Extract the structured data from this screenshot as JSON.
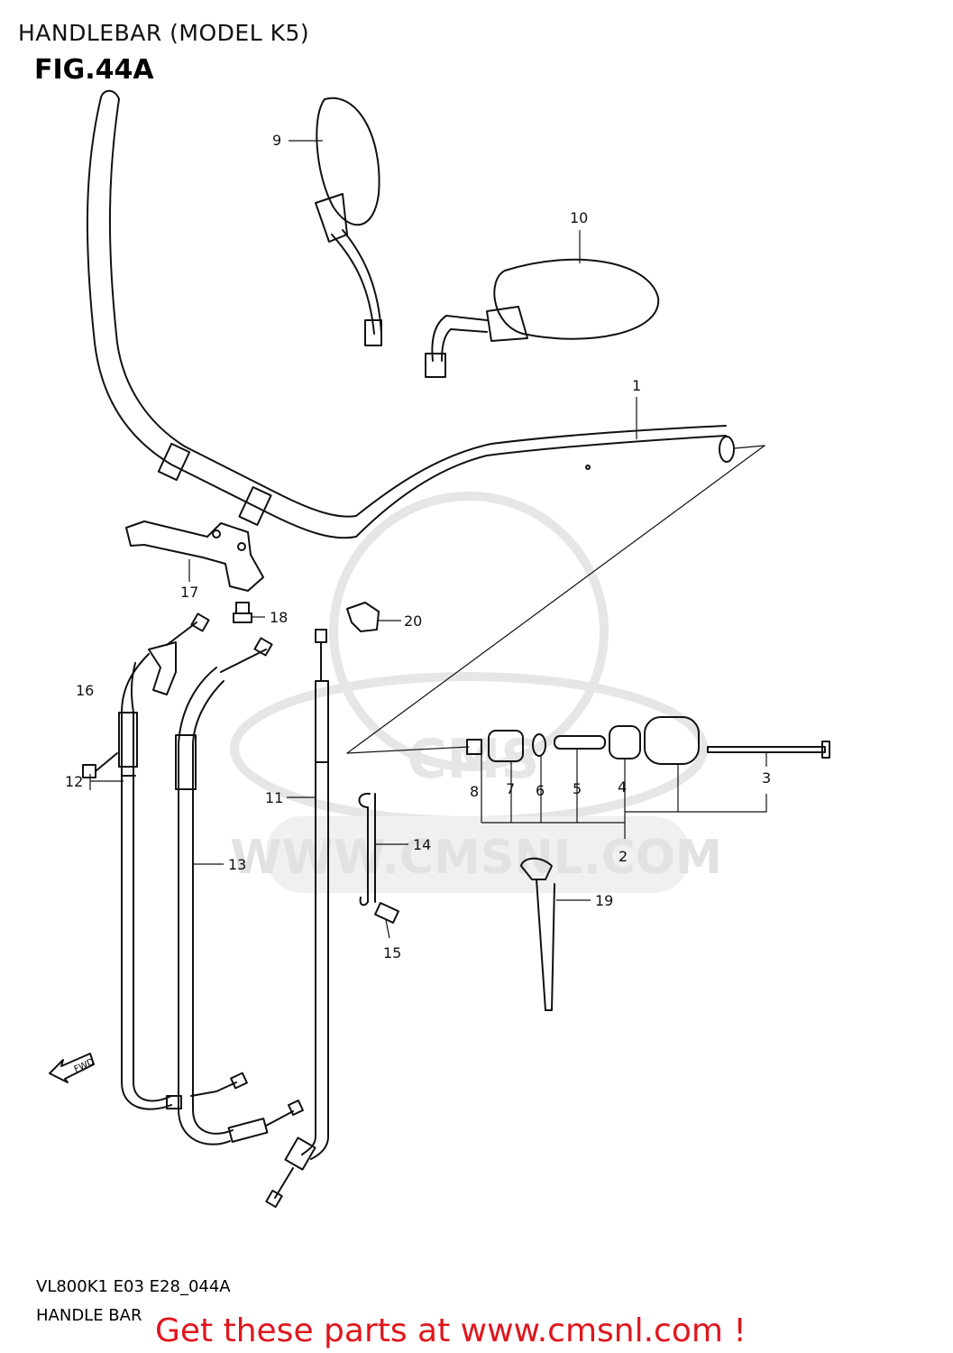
{
  "header": {
    "title": "HANDLEBAR (MODEL K5)",
    "figure": "FIG.44A"
  },
  "footer": {
    "code": "VL800K1 E03 E28_044A",
    "name": "HANDLE BAR",
    "promo": "Get these parts at www.cmsnl.com !"
  },
  "watermark": {
    "url": "WWW.CMSNL.COM",
    "logo": "CMS",
    "color": "#e8e8e8"
  },
  "fwd_label": "FWD",
  "callouts": {
    "c1": "1",
    "c2": "2",
    "c3": "3",
    "c4": "4",
    "c5": "5",
    "c6": "6",
    "c7": "7",
    "c8": "8",
    "c9": "9",
    "c10": "10",
    "c11": "11",
    "c12": "12",
    "c13": "13",
    "c14": "14",
    "c15": "15",
    "c16": "16",
    "c17": "17",
    "c18": "18",
    "c19": "19",
    "c20": "20"
  }
}
